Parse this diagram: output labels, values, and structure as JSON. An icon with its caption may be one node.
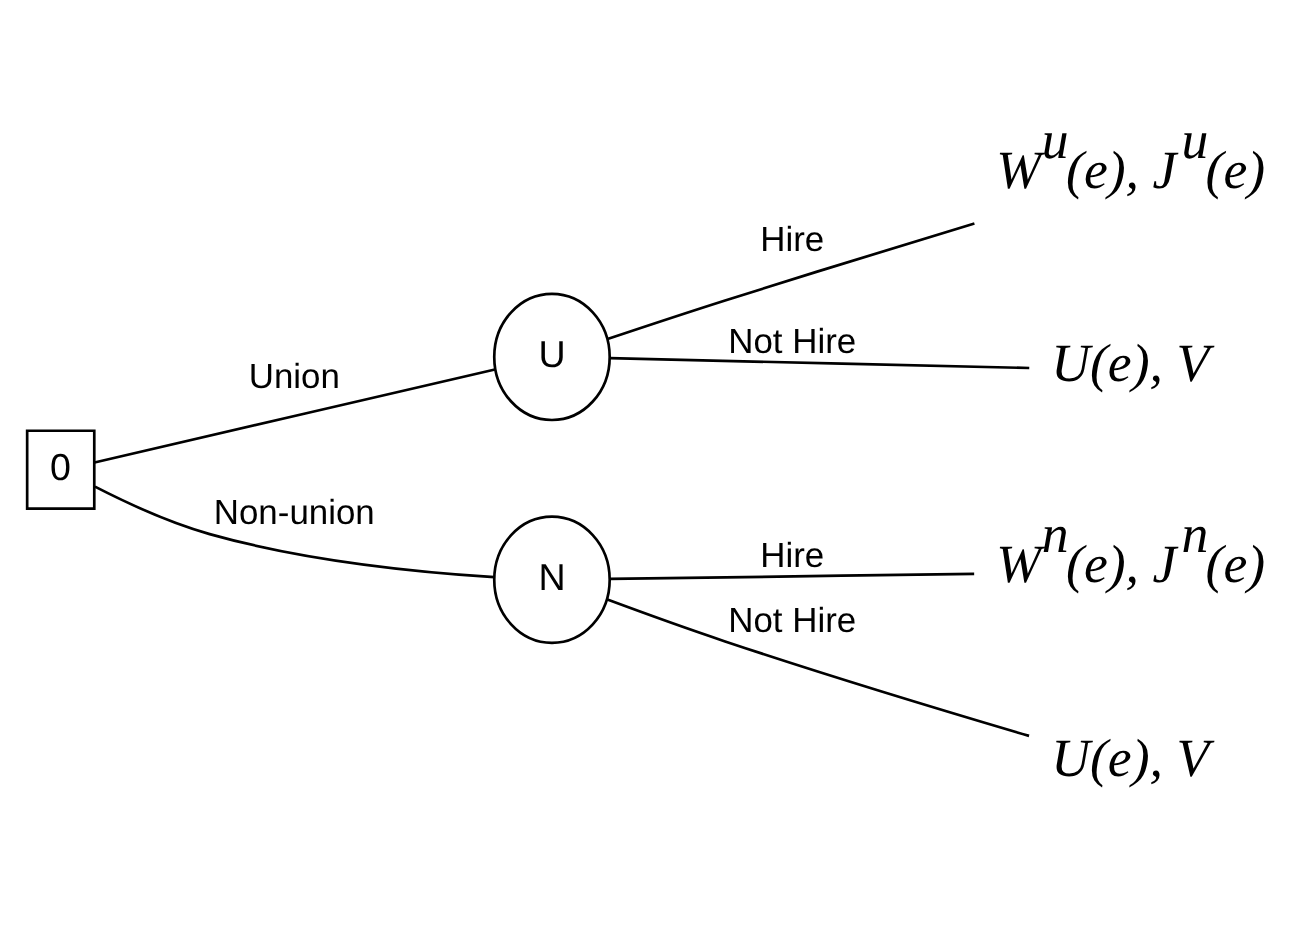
{
  "diagram": {
    "nodes": [
      {
        "text": [
          "0"
        ]
      },
      {
        "text": [
          "U"
        ]
      },
      {
        "text": [
          "N"
        ]
      },
      {
        "text": [
          "W$^{u}$(e), J$^{u}$(e)"
        ]
      },
      {
        "text": [
          "U(e), V"
        ]
      },
      {
        "text": [
          "W$^{n}$(e), J$^{n}$(e)"
        ]
      },
      {
        "text": [
          "U(e), V"
        ]
      }
    ],
    "edges": [
      {
        "from": 0,
        "to": 1,
        "arrow": "none",
        "label": "Union"
      },
      {
        "from": 0,
        "to": 2,
        "arrow": "none",
        "label": "Non-union"
      },
      {
        "from": 1,
        "to": 3,
        "arrow": "none",
        "label": "Hire"
      },
      {
        "from": 1,
        "to": 4,
        "arrow": "none",
        "label": "Not Hire"
      },
      {
        "from": 2,
        "to": 5,
        "arrow": "none",
        "label": "Hire"
      },
      {
        "from": 2,
        "to": 6,
        "arrow": "none",
        "label": "Not Hire"
      }
    ]
  }
}
